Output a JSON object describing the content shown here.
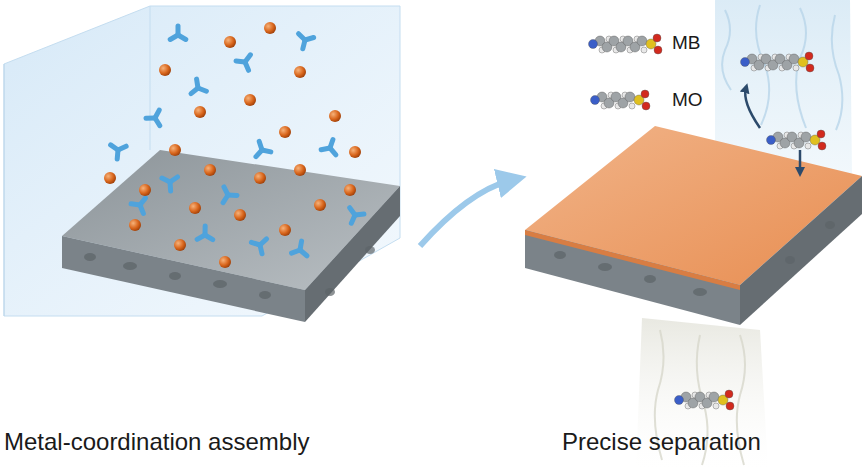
{
  "diagram": {
    "labels": [
      "MB",
      "MO",
      "Metal-coordination assembly",
      "Precise separation"
    ]
  }
}
